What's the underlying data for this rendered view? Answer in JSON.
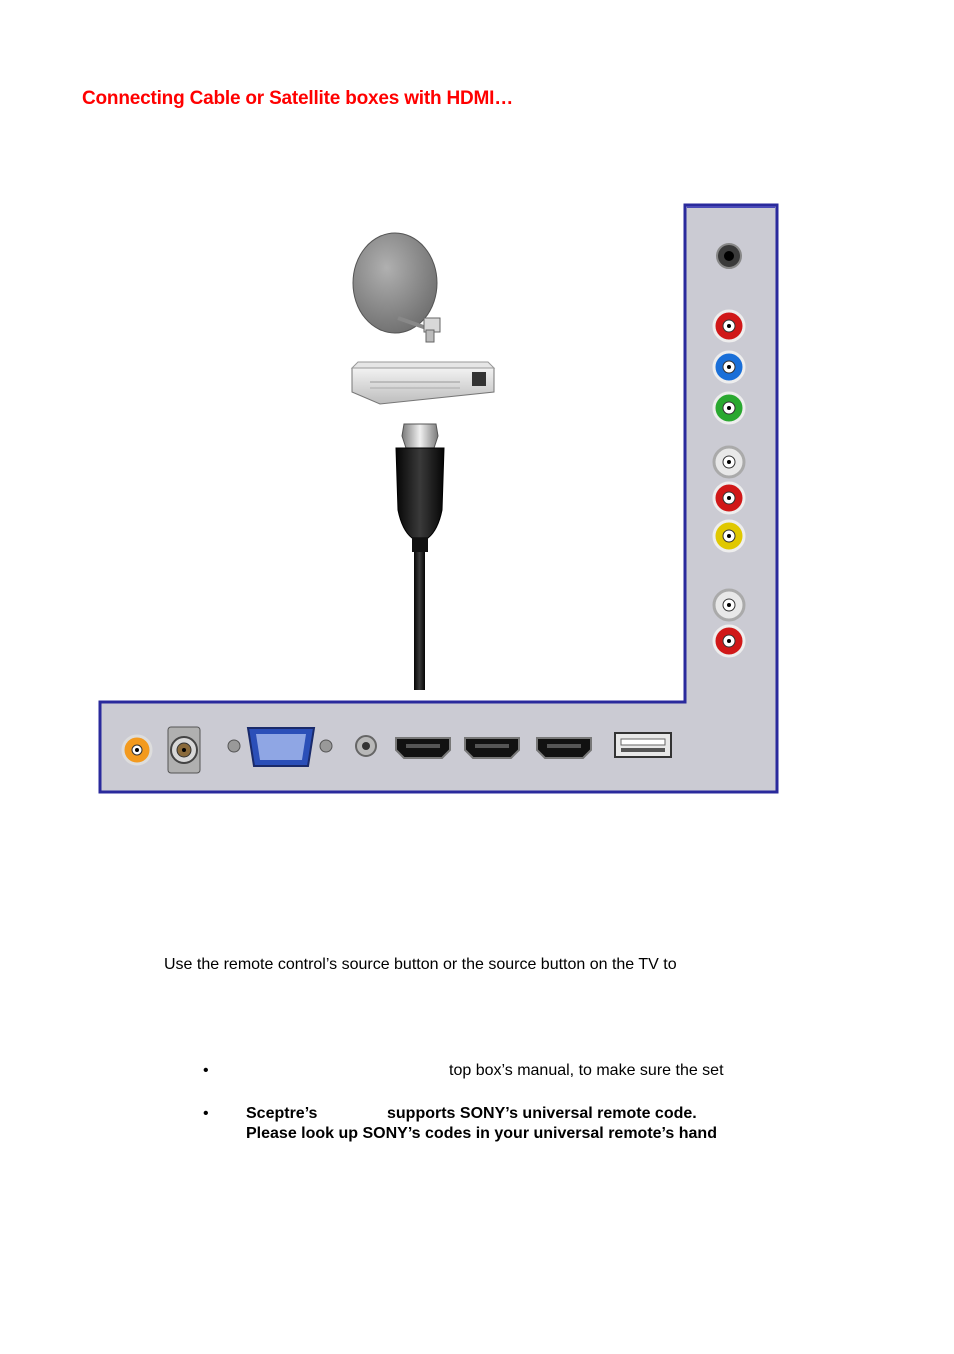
{
  "page": {
    "title": "Connecting Cable or Satellite boxes with HDMI…",
    "instruction_text": "Use the remote control’s source button or the source button on the TV to",
    "bullets": [
      {
        "marker": "•",
        "text_right": "top box’s manual, to make sure the set"
      },
      {
        "marker": "•",
        "bold_left": "Sceptre’s",
        "bold_right": "supports SONY’s universal remote code.",
        "bold_line2": "Please look up SONY’s codes in your universal remote’s hand"
      }
    ]
  },
  "figure": {
    "devices": [
      "satellite-dish",
      "set-top-box",
      "hdmi-cable"
    ],
    "side_panel_ports": [
      {
        "name": "audio-jack",
        "color": "#222222"
      },
      {
        "name": "component-pr",
        "color": "#d01818"
      },
      {
        "name": "component-pb",
        "color": "#1a6fd8"
      },
      {
        "name": "component-y",
        "color": "#2aa830"
      },
      {
        "name": "av-audio-left",
        "color": "#e8e8e8"
      },
      {
        "name": "av-audio-right",
        "color": "#d01818"
      },
      {
        "name": "av-video",
        "color": "#e0c800"
      },
      {
        "name": "audio-out-left",
        "color": "#e8e8e8"
      },
      {
        "name": "audio-out-right",
        "color": "#d01818"
      }
    ],
    "bottom_panel_ports": [
      "coax-digital-audio",
      "rf-antenna",
      "vga",
      "pc-audio",
      "hdmi-1",
      "hdmi-2",
      "hdmi-3",
      "usb"
    ],
    "colors": {
      "panel_fill": "#cbcbd3",
      "panel_border": "#2a2a9c",
      "title_red": "#ff0000"
    }
  }
}
